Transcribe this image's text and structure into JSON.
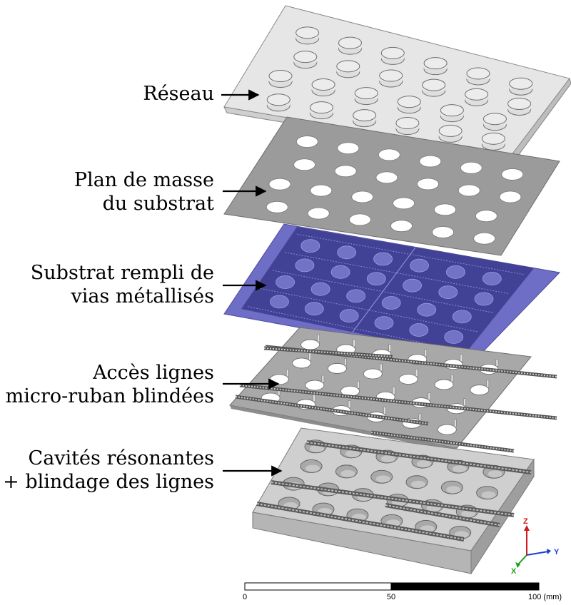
{
  "labels": {
    "reseau": "Réseau",
    "plan_masse": [
      "Plan de masse",
      "du substrat"
    ],
    "substrat": [
      "Substrat rempli de",
      "vias métallisés"
    ],
    "acces": [
      "Accès lignes",
      "micro-ruban blindées"
    ],
    "cavites": [
      "Cavités résonantes",
      "+ blindage des lignes"
    ]
  },
  "axes": {
    "z": "Z",
    "y": "Y",
    "x": "X"
  },
  "scale_bar": {
    "start": "0",
    "mid": "50",
    "end": "100 (mm)"
  },
  "colors": {
    "array_plate": "#e4e4e4",
    "ground_plane": "#9a9a9a",
    "substrate": "#6c6cc2",
    "substrate_pattern": "#3a3a8e",
    "access_plate": "#a6a6a6",
    "cavity_block": "#cdcdcd",
    "axis_z": "#d01818",
    "axis_y": "#1a3cd0",
    "axis_x": "#18a018"
  }
}
